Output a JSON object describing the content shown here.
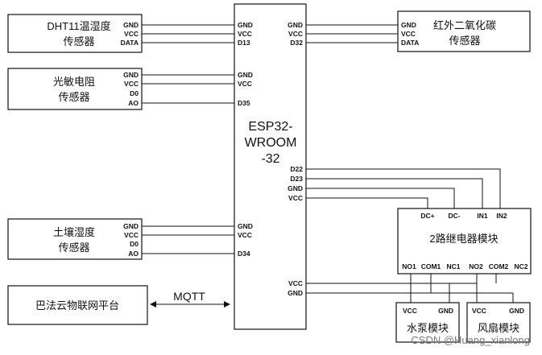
{
  "chip": {
    "lines": [
      "ESP32-",
      "WROOM",
      "-32"
    ]
  },
  "modules": {
    "dht11": {
      "lines": [
        "DHT11温湿度",
        "传感器"
      ],
      "pins": [
        "GND",
        "VCC",
        "DATA"
      ],
      "chip_pins": [
        "GND",
        "VCC",
        "D13"
      ]
    },
    "light": {
      "lines": [
        "光敏电阻",
        "传感器"
      ],
      "pins": [
        "GND",
        "VCC",
        "D0",
        "AO"
      ],
      "chip_pins": [
        "GND",
        "VCC",
        "D35"
      ]
    },
    "soil": {
      "lines": [
        "土壤湿度",
        "传感器"
      ],
      "pins": [
        "GND",
        "VCC",
        "D0",
        "AO"
      ],
      "chip_pins": [
        "GND",
        "VCC",
        "D34"
      ]
    },
    "co2": {
      "lines": [
        "红外二氧化碳",
        "传感器"
      ],
      "pins": [
        "GND",
        "VCC",
        "DATA"
      ],
      "chip_pins": [
        "GND",
        "VCC",
        "D32"
      ]
    },
    "relay": {
      "label": "2路继电器模块",
      "top_pins": [
        "DC+",
        "DC-",
        "IN1",
        "IN2"
      ],
      "bottom_pins": [
        "NO1",
        "COM1",
        "NC1",
        "NO2",
        "COM2",
        "NC2"
      ],
      "chip_pins": [
        "D22",
        "D23",
        "GND",
        "VCC"
      ]
    },
    "pump": {
      "label": "水泵模块",
      "pins": [
        "VCC",
        "GND"
      ]
    },
    "fan": {
      "label": "风扇模块",
      "pins": [
        "VCC",
        "GND"
      ]
    },
    "cloud": {
      "label": "巴法云物联网平台"
    },
    "power_pins": [
      "VCC",
      "GND"
    ]
  },
  "link": {
    "label": "MQTT"
  },
  "watermark": "CSDN @Huang_xianlong"
}
